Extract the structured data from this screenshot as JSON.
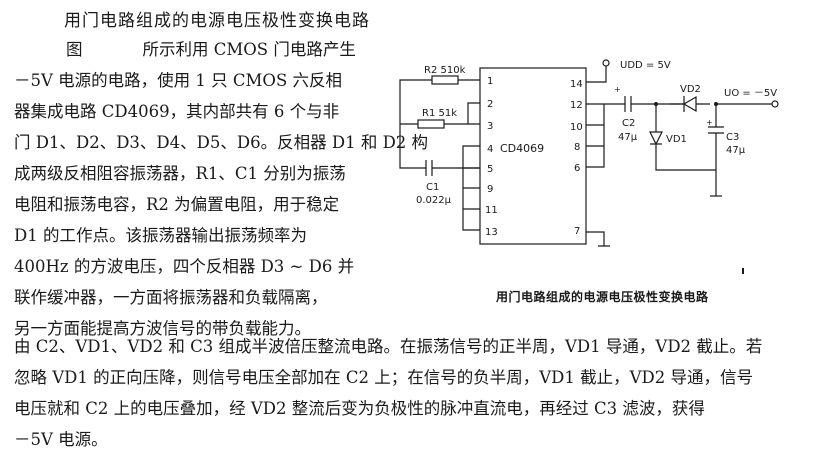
{
  "document": {
    "title": "用门电路组成的电源电压极性变换电路",
    "intro_lines": [
      "所示利用 CMOS 门电路产生",
      "－5V 电源的电路，使用 1 只 CMOS 六反相",
      "器集成电路 CD4069，其内部共有 6 个与非",
      "门 D1、D2、D3、D4、D5、D6。反相器 D1 和 D2 构",
      "成两级反相阻容振荡器，R1、C1 分别为振荡",
      "电阻和振荡电容，R2 为偏置电阻，用于稳定",
      "D1 的工作点。该振荡器输出振荡频率为",
      "400Hz 的方波电压，四个反相器 D3 ~ D6 并",
      "联作缓冲器，一方面将振荡器和负载隔离，",
      "另一方面能提高方波信号的带负载能力。"
    ],
    "figure_ref": "图",
    "full_lines": [
      "由 C2、VD1、VD2 和 C3 组成半波倍压整流电路。在振荡信号的正半周，VD1 导通，VD2 截止。若",
      "忽略 VD1 的正向压降，则信号电压全部加在 C2 上；在信号的负半周，VD1 截止，VD2 导通，信号",
      "电压就和 C2 上的电压叠加，经 VD2 整流后变为负极性的脉冲直流电，再经过 C3 滤波，获得",
      "－5V 电源。"
    ],
    "caption": "用门电路组成的电源电压极性变换电路"
  },
  "circuit": {
    "ic_label": "CD4069",
    "pins_left": [
      "1",
      "2",
      "3",
      "4",
      "5",
      "9",
      "11",
      "13"
    ],
    "pins_right": [
      "14",
      "12",
      "10",
      "8",
      "6",
      "7"
    ],
    "r2_label": "R2 510k",
    "r1_label": "R1 51k",
    "c1_label": "C1",
    "c1_value": "0.022μ",
    "vdd_label": "UDD = 5V",
    "c2_label": "C2",
    "c2_value": "47μ",
    "vd2_label": "VD2",
    "vd1_label": "VD1",
    "c3_label": "C3",
    "c3_value": "47μ",
    "uo_label": "UO = －5V"
  }
}
